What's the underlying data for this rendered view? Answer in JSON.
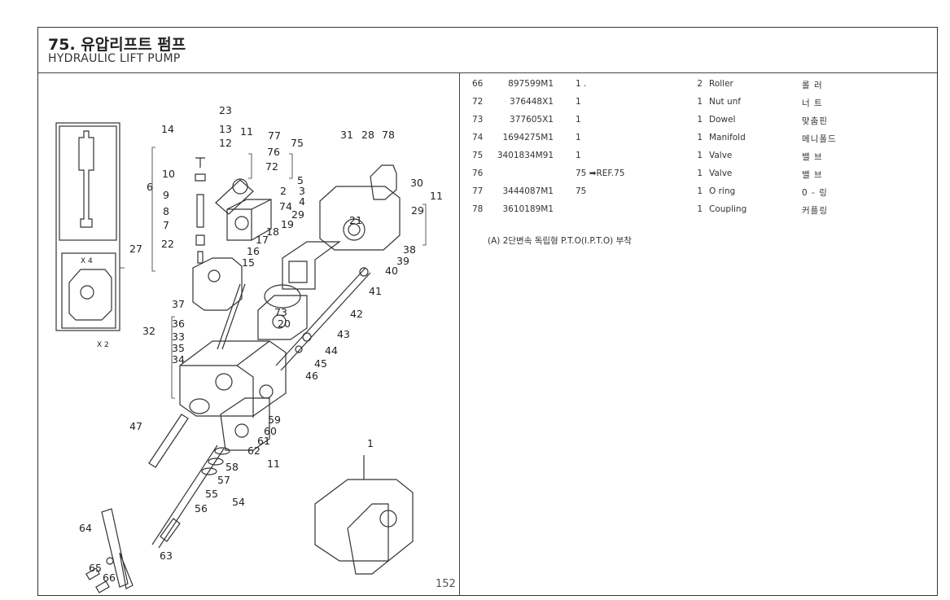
{
  "header": {
    "title_ko": "75. 유압리프트 펌프",
    "title_en": "HYDRAULIC LIFT PUMP"
  },
  "page_number": "152",
  "inset": {
    "label_top": "X 4",
    "label_bottom": "X 2"
  },
  "callouts": [
    "23",
    "14",
    "13",
    "11",
    "12",
    "77",
    "75",
    "76",
    "31",
    "28",
    "78",
    "10",
    "72",
    "5",
    "2",
    "3",
    "4",
    "30",
    "11",
    "6",
    "9",
    "8",
    "7",
    "74",
    "29",
    "29",
    "19",
    "21",
    "22",
    "27",
    "18",
    "17",
    "38",
    "16",
    "15",
    "39",
    "40",
    "41",
    "37",
    "73",
    "42",
    "36",
    "20",
    "32",
    "33",
    "43",
    "35",
    "44",
    "34",
    "45",
    "46",
    "59",
    "47",
    "60",
    "61",
    "62",
    "11",
    "58",
    "57",
    "55",
    "54",
    "56",
    "1",
    "64",
    "63",
    "65",
    "66"
  ],
  "parts": [
    {
      "ref": "66",
      "part_no": "897599M1",
      "note": "1 .",
      "qty": "2",
      "desc": "Roller",
      "desc_ko": "롤 러"
    },
    {
      "ref": "72",
      "part_no": "376448X1",
      "note": "1",
      "qty": "1",
      "desc": "Nut unf",
      "desc_ko": "너 트"
    },
    {
      "ref": "73",
      "part_no": "377605X1",
      "note": "1",
      "qty": "1",
      "desc": "Dowel",
      "desc_ko": "맞춤핀"
    },
    {
      "ref": "74",
      "part_no": "1694275M1",
      "note": "1",
      "qty": "1",
      "desc": "Manifold",
      "desc_ko": "메니폴드"
    },
    {
      "ref": "75",
      "part_no": "3401834M91",
      "note": "1",
      "qty": "1",
      "desc": "Valve",
      "desc_ko": "밸 브"
    },
    {
      "ref": "76",
      "part_no": "",
      "note": "75 ➡REF.75",
      "qty": "1",
      "desc": "Valve",
      "desc_ko": "밸 브"
    },
    {
      "ref": "77",
      "part_no": "3444087M1",
      "note": "75",
      "qty": "1",
      "desc": "O ring",
      "desc_ko": "0 - 링"
    },
    {
      "ref": "78",
      "part_no": "3610189M1",
      "note": "",
      "qty": "1",
      "desc": "Coupling",
      "desc_ko": "커플링"
    }
  ],
  "footnote": "(A)    2단변속 독립형 P.T.O(I.P.T.O) 부착"
}
